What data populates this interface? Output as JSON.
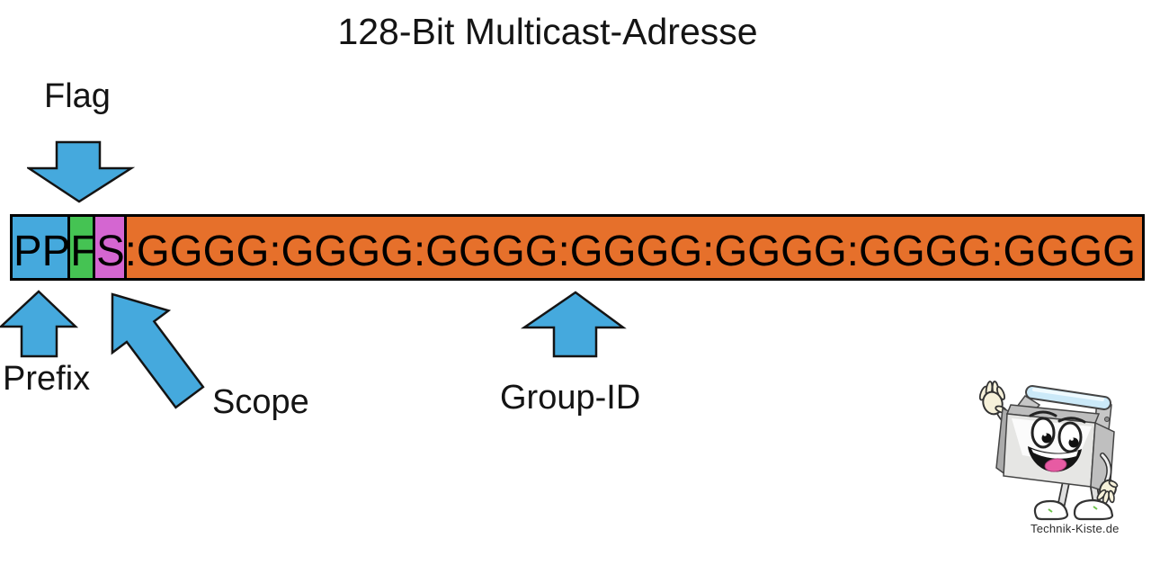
{
  "title": "128-Bit Multicast-Adresse",
  "labels": {
    "flag": "Flag",
    "prefix": "Prefix",
    "scope": "Scope",
    "group_id": "Group-ID"
  },
  "address_bar": {
    "text": "PPFS:GGGG:GGGG:GGGG:GGGG:GGGG:GGGG:GGGG",
    "segments": [
      {
        "field": "Prefix",
        "letters": "PP",
        "color": "#45A9DD"
      },
      {
        "field": "Flag",
        "letters": "F",
        "color": "#45C353"
      },
      {
        "field": "Scope",
        "letters": "S",
        "color": "#D466D1"
      },
      {
        "field": "Group-ID",
        "letters": "GGGG:GGGG:GGGG:GGGG:GGGG:GGGG:GGGG",
        "color": "#E6702B"
      }
    ]
  },
  "colors": {
    "arrow": "#45A9DD",
    "outline": "#141414"
  },
  "branding": {
    "watermark": "Technik-Kiste.de"
  }
}
